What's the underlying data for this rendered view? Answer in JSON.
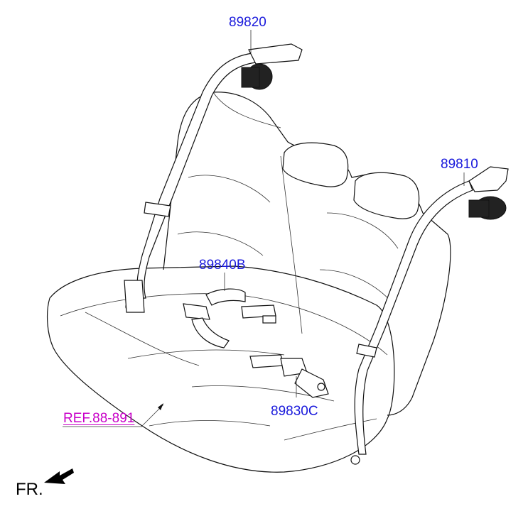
{
  "labels": {
    "part_89820": "89820",
    "part_89810": "89810",
    "part_89840b": "89840B",
    "part_89830c": "89830C",
    "ref": "REF.88-891",
    "front": "FR."
  }
}
